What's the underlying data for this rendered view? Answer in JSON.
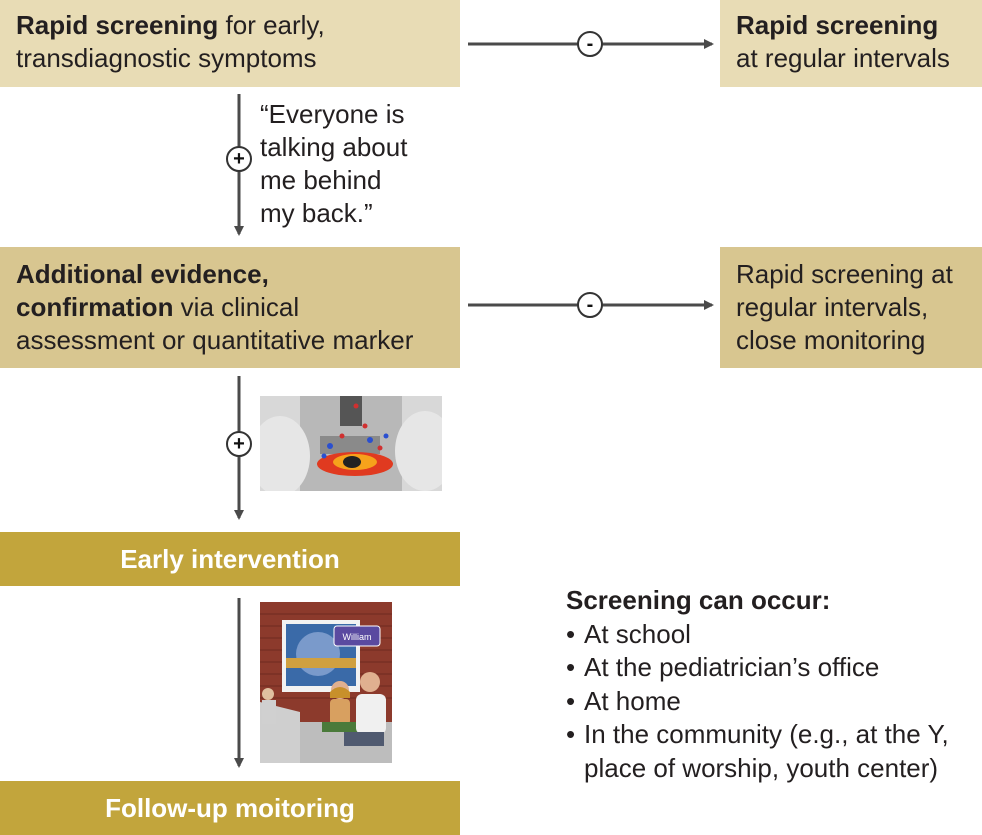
{
  "boxes": {
    "top_left": {
      "bold": "Rapid screening",
      "rest": " for early,",
      "line2": "transdiagnostic symptoms"
    },
    "top_right": {
      "bold": "Rapid screening",
      "line2": "at regular intervals"
    },
    "mid_left": {
      "bold1": "Additional evidence,",
      "bold2": "confirmation",
      "rest2": " via clinical",
      "line3": "assessment or quantitative marker"
    },
    "mid_right": {
      "line1": "Rapid screening at",
      "line2": "regular intervals,",
      "line3": "close monitoring"
    },
    "early": "Early intervention",
    "followup": "Follow-up moitoring"
  },
  "quote": "“Everyone is\ntalking about\nme behind\nmy back.”",
  "signs": {
    "plus": "+",
    "minus": "-"
  },
  "screening": {
    "title": "Screening can occur:",
    "bullet": "•",
    "items": [
      "At school",
      "At the pediatrician’s office",
      "At home",
      "In the community (e.g., at the Y,"
    ],
    "continuation": "place of worship, youth center)"
  },
  "vr_label": "William",
  "colors": {
    "light_box": "#e8dcb5",
    "mid_box": "#d8c690",
    "dark_box": "#c2a53c",
    "arrow": "#4a4a4a"
  },
  "icons": [
    "brain-scan-image",
    "virtual-reality-scene-image"
  ]
}
